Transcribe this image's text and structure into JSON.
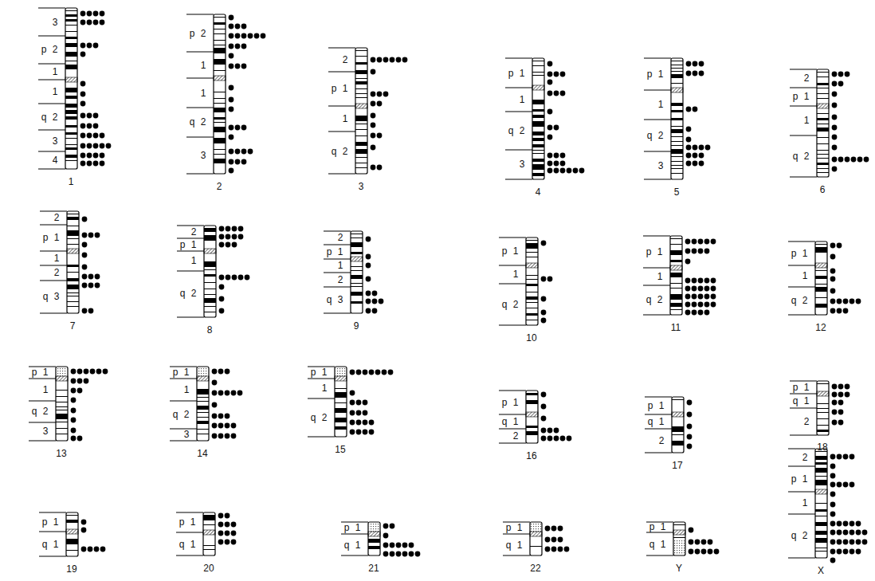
{
  "diagram": {
    "labels": [
      "3",
      "p",
      "2",
      "1",
      "1",
      "q",
      "2",
      "3",
      "4",
      "1",
      "p",
      "2",
      "1",
      "1",
      "q",
      "2",
      "3",
      "2",
      "2",
      "p",
      "1",
      "1",
      "q",
      "2",
      "3",
      "p",
      "1",
      "1",
      "q",
      "2",
      "3",
      "4",
      "p",
      "1",
      "1",
      "q",
      "2",
      "3",
      "5",
      "2",
      "p",
      "1",
      "1",
      "q",
      "2",
      "6",
      "2",
      "p",
      "1",
      "1",
      "2",
      "q",
      "3",
      "7",
      "2",
      "p",
      "1",
      "1",
      "q",
      "2",
      "8",
      "2",
      "p",
      "1",
      "1",
      "2",
      "q",
      "3",
      "9",
      "p",
      "1",
      "1",
      "q",
      "2",
      "10",
      "p",
      "1",
      "1",
      "q",
      "2",
      "11",
      "p",
      "1",
      "1",
      "q",
      "2",
      "12",
      "p",
      "1",
      "1",
      "q",
      "2",
      "3",
      "13",
      "p",
      "1",
      "1",
      "q",
      "2",
      "3",
      "14",
      "p",
      "1",
      "1",
      "q",
      "2",
      "15",
      "p",
      "1",
      "q",
      "1",
      "2",
      "16",
      "p",
      "1",
      "q",
      "1",
      "2",
      "17",
      "p",
      "1",
      "q",
      "1",
      "2",
      "18",
      "p",
      "1",
      "q",
      "1",
      "19",
      "p",
      "1",
      "q",
      "1",
      "20",
      "p",
      "1",
      "q",
      "1",
      "21",
      "p",
      "1",
      "q",
      "1",
      "22",
      "p",
      "1",
      "q",
      "1",
      "Y",
      "2",
      "p",
      "1",
      "1",
      "q",
      "2",
      "X"
    ]
  }
}
